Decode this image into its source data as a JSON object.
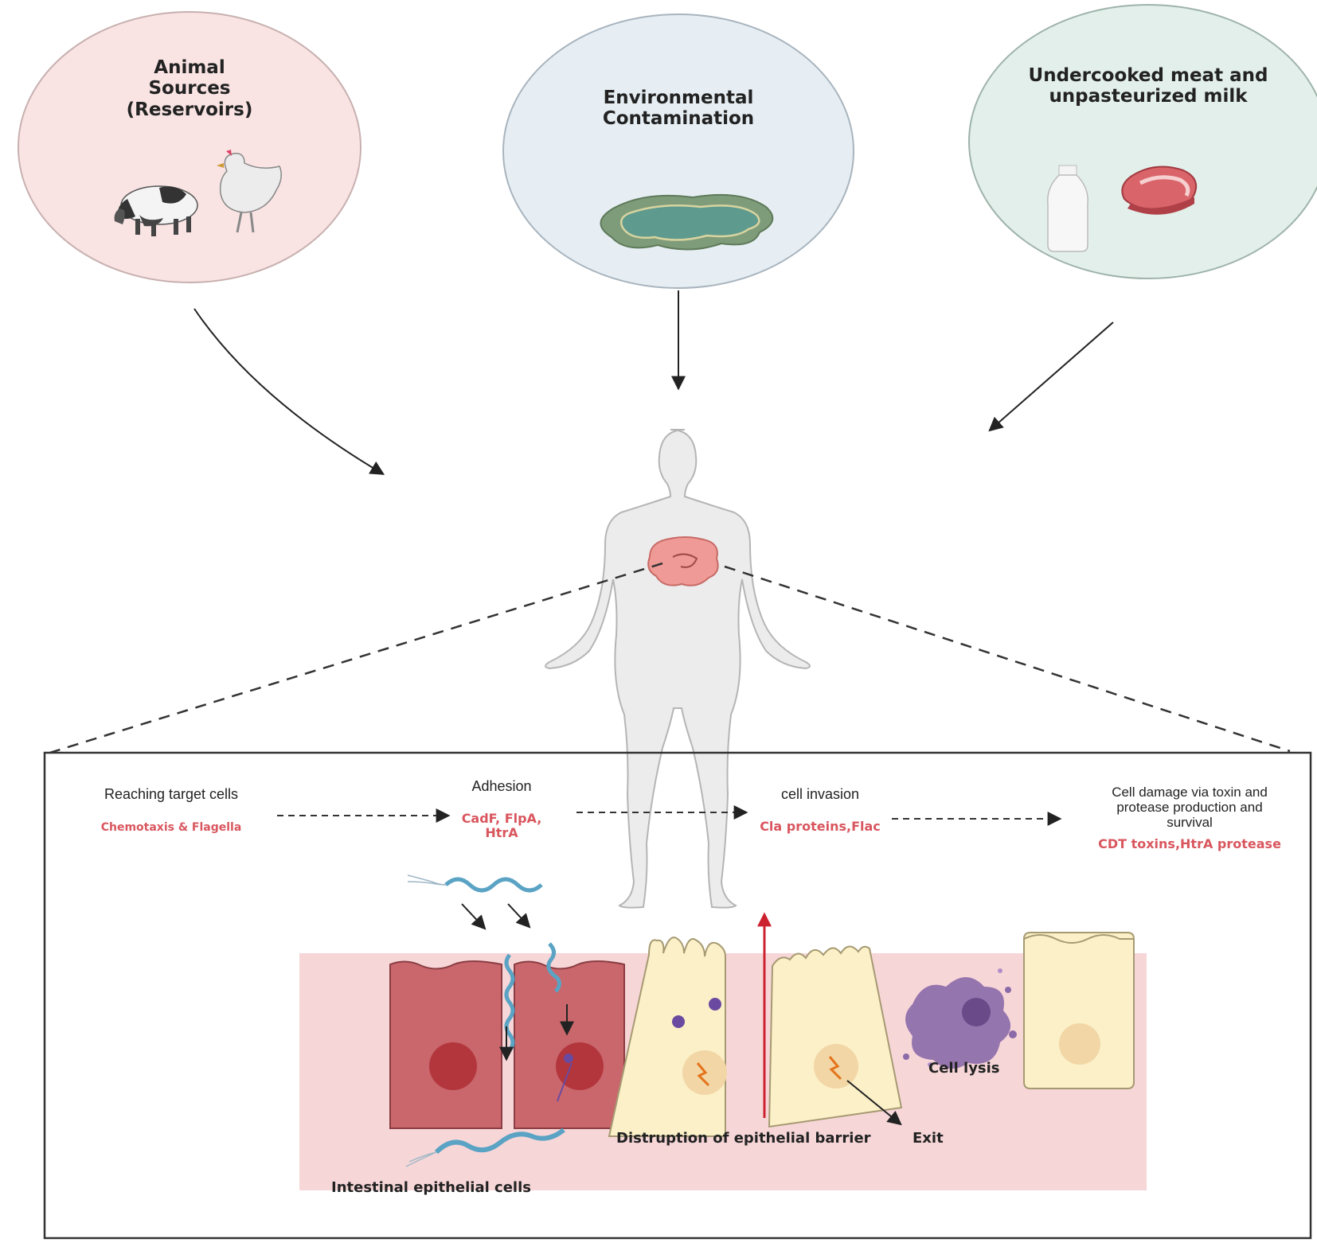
{
  "sources": [
    {
      "id": "animal",
      "title_lines": [
        "Animal",
        "Sources",
        "(Reservoirs)"
      ]
    },
    {
      "id": "environment",
      "title_lines": [
        "Environmental",
        "Contamination"
      ]
    },
    {
      "id": "food",
      "title_lines": [
        "Undercooked meat and",
        "unpasteurized milk"
      ]
    }
  ],
  "steps": [
    {
      "label_lines": [
        "Reaching target cells"
      ],
      "factor_lines": [
        "Chemotaxis & Flagella"
      ]
    },
    {
      "label_lines": [
        "Adhesion"
      ],
      "factor_lines": [
        "CadF, FlpA,",
        "HtrA"
      ]
    },
    {
      "label_lines": [
        "cell invasion"
      ],
      "factor_lines": [
        "Cla proteins,Flac"
      ]
    },
    {
      "label_lines": [
        "Cell damage via toxin and",
        "protease production and",
        "survival"
      ],
      "factor_lines": [
        "CDT toxins,HtrA protease"
      ]
    }
  ],
  "captions": {
    "barrier": "Distruption of epithelial barrier",
    "exit": "Exit",
    "lysis": "Cell lysis",
    "epithelial": "Intestinal epithelial cells"
  },
  "colors": {
    "animal_circle": "#f9e3e3",
    "environment_circle": "#e6eef3",
    "food_circle": "#e3efea",
    "factor_text": "#d9565e",
    "tissue_bg": "#f7d6d8",
    "infected_cell": "#c9676c",
    "healthy_cell": "#fbf0c8",
    "bacteria": "#5aa3c4",
    "lysed_cell": "#8a6aa8",
    "intestine": "#ef9a96",
    "body": "#ececec"
  },
  "icons": [
    "cow-icon",
    "chicken-icon",
    "puddle-icon",
    "milk-bottle-icon",
    "steak-icon",
    "human-body-icon",
    "intestine-icon",
    "bacterium-icon"
  ]
}
